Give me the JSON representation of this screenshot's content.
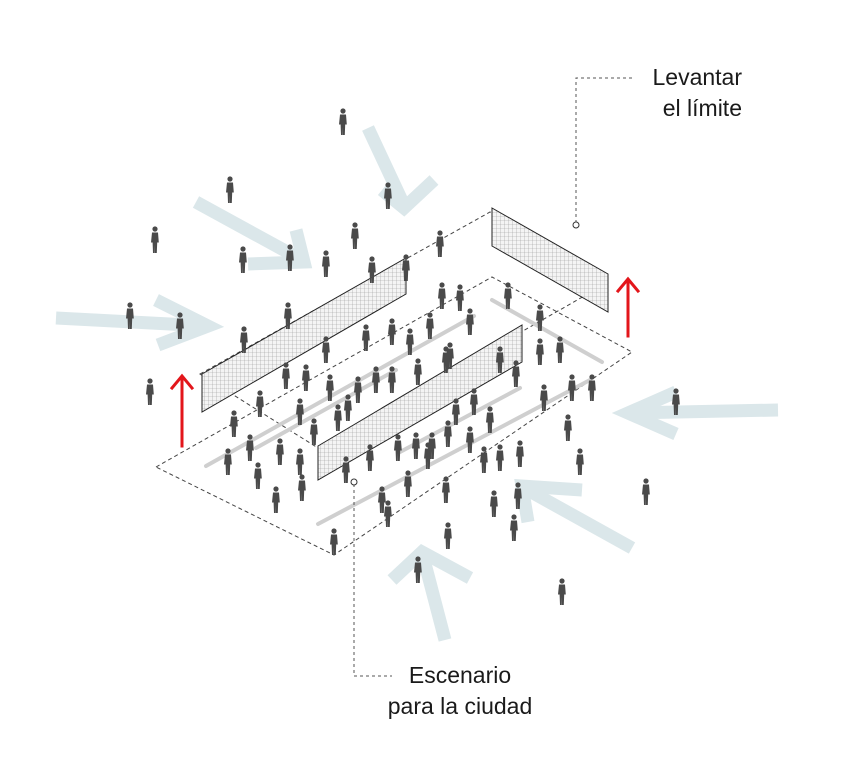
{
  "labels": {
    "top": {
      "line1": "Levantar",
      "line2": "el límite"
    },
    "bottom": {
      "line1": "Escenario",
      "line2": "para la ciudad"
    }
  },
  "colors": {
    "lift_arrow": "#e3161b",
    "flow_arrow": "#dbe7ea",
    "people": "#4a4a4a",
    "path": "#cfcfcf",
    "outline": "#222222",
    "leader": "#555555"
  },
  "icons": [
    "person-icon",
    "flow-arrow-icon",
    "lift-arrow-icon"
  ]
}
